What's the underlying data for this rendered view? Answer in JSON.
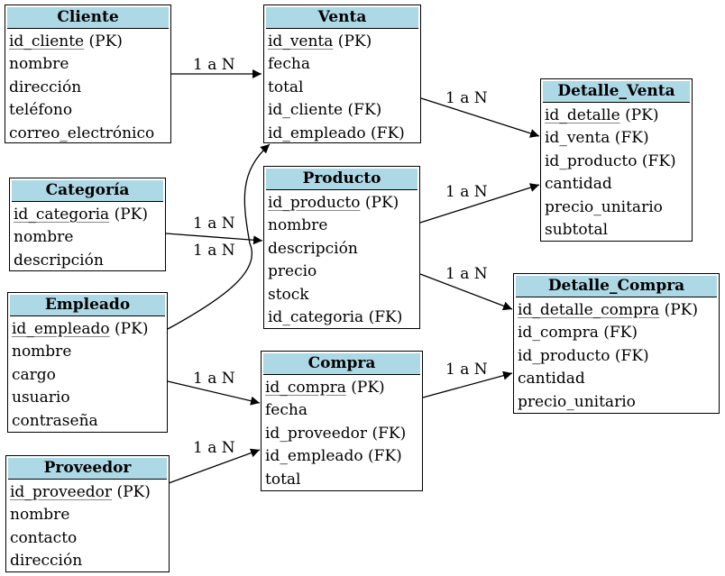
{
  "colors": {
    "header_fill": "#add8e6",
    "border": "#000000",
    "background": "#ffffff"
  },
  "entities": {
    "cliente": {
      "name": "Cliente",
      "attrs": [
        {
          "name": "id_cliente",
          "suffix": " (PK)",
          "pk": true
        },
        {
          "name": "nombre",
          "suffix": ""
        },
        {
          "name": "dirección",
          "suffix": ""
        },
        {
          "name": "teléfono",
          "suffix": ""
        },
        {
          "name": "correo_electrónico",
          "suffix": ""
        }
      ]
    },
    "venta": {
      "name": "Venta",
      "attrs": [
        {
          "name": "id_venta",
          "suffix": " (PK)",
          "pk": true
        },
        {
          "name": "fecha",
          "suffix": ""
        },
        {
          "name": "total",
          "suffix": ""
        },
        {
          "name": "id_cliente",
          "suffix": " (FK)"
        },
        {
          "name": "id_empleado",
          "suffix": " (FK)"
        }
      ]
    },
    "detalle_venta": {
      "name": "Detalle_Venta",
      "attrs": [
        {
          "name": "id_detalle",
          "suffix": " (PK)",
          "pk": true
        },
        {
          "name": "id_venta",
          "suffix": " (FK)"
        },
        {
          "name": "id_producto",
          "suffix": " (FK)"
        },
        {
          "name": "cantidad",
          "suffix": ""
        },
        {
          "name": "precio_unitario",
          "suffix": ""
        },
        {
          "name": "subtotal",
          "suffix": ""
        }
      ]
    },
    "categoria": {
      "name": "Categoría",
      "attrs": [
        {
          "name": "id_categoria",
          "suffix": " (PK)",
          "pk": true
        },
        {
          "name": "nombre",
          "suffix": ""
        },
        {
          "name": "descripción",
          "suffix": ""
        }
      ]
    },
    "producto": {
      "name": "Producto",
      "attrs": [
        {
          "name": "id_producto",
          "suffix": " (PK)",
          "pk": true
        },
        {
          "name": "nombre",
          "suffix": ""
        },
        {
          "name": "descripción",
          "suffix": ""
        },
        {
          "name": "precio",
          "suffix": ""
        },
        {
          "name": "stock",
          "suffix": ""
        },
        {
          "name": "id_categoria",
          "suffix": " (FK)"
        }
      ]
    },
    "empleado": {
      "name": "Empleado",
      "attrs": [
        {
          "name": "id_empleado",
          "suffix": " (PK)",
          "pk": true
        },
        {
          "name": "nombre",
          "suffix": ""
        },
        {
          "name": "cargo",
          "suffix": ""
        },
        {
          "name": "usuario",
          "suffix": ""
        },
        {
          "name": "contraseña",
          "suffix": ""
        }
      ]
    },
    "detalle_compra": {
      "name": "Detalle_Compra",
      "attrs": [
        {
          "name": "id_detalle_compra",
          "suffix": " (PK)",
          "pk": true
        },
        {
          "name": "id_compra",
          "suffix": " (FK)"
        },
        {
          "name": "id_producto",
          "suffix": " (FK)"
        },
        {
          "name": "cantidad",
          "suffix": ""
        },
        {
          "name": "precio_unitario",
          "suffix": ""
        }
      ]
    },
    "compra": {
      "name": "Compra",
      "attrs": [
        {
          "name": "id_compra",
          "suffix": " (PK)",
          "pk": true
        },
        {
          "name": "fecha",
          "suffix": ""
        },
        {
          "name": "id_proveedor",
          "suffix": " (FK)"
        },
        {
          "name": "id_empleado",
          "suffix": " (FK)"
        },
        {
          "name": "total",
          "suffix": ""
        }
      ]
    },
    "proveedor": {
      "name": "Proveedor",
      "attrs": [
        {
          "name": "id_proveedor",
          "suffix": " (PK)",
          "pk": true
        },
        {
          "name": "nombre",
          "suffix": ""
        },
        {
          "name": "contacto",
          "suffix": ""
        },
        {
          "name": "dirección",
          "suffix": ""
        }
      ]
    }
  },
  "relationships": [
    {
      "from": "Cliente",
      "to": "Venta",
      "label": "1 a N"
    },
    {
      "from": "Venta",
      "to": "Detalle_Venta",
      "label": "1 a N"
    },
    {
      "from": "Producto",
      "to": "Detalle_Venta",
      "label": "1 a N"
    },
    {
      "from": "Categoría",
      "to": "Producto",
      "label": "1 a N"
    },
    {
      "from": "Empleado",
      "to": "Venta",
      "label": "1 a N"
    },
    {
      "from": "Producto",
      "to": "Detalle_Compra",
      "label": "1 a N"
    },
    {
      "from": "Empleado",
      "to": "Compra",
      "label": "1 a N"
    },
    {
      "from": "Compra",
      "to": "Detalle_Compra",
      "label": "1 a N"
    },
    {
      "from": "Proveedor",
      "to": "Compra",
      "label": "1 a N"
    }
  ]
}
